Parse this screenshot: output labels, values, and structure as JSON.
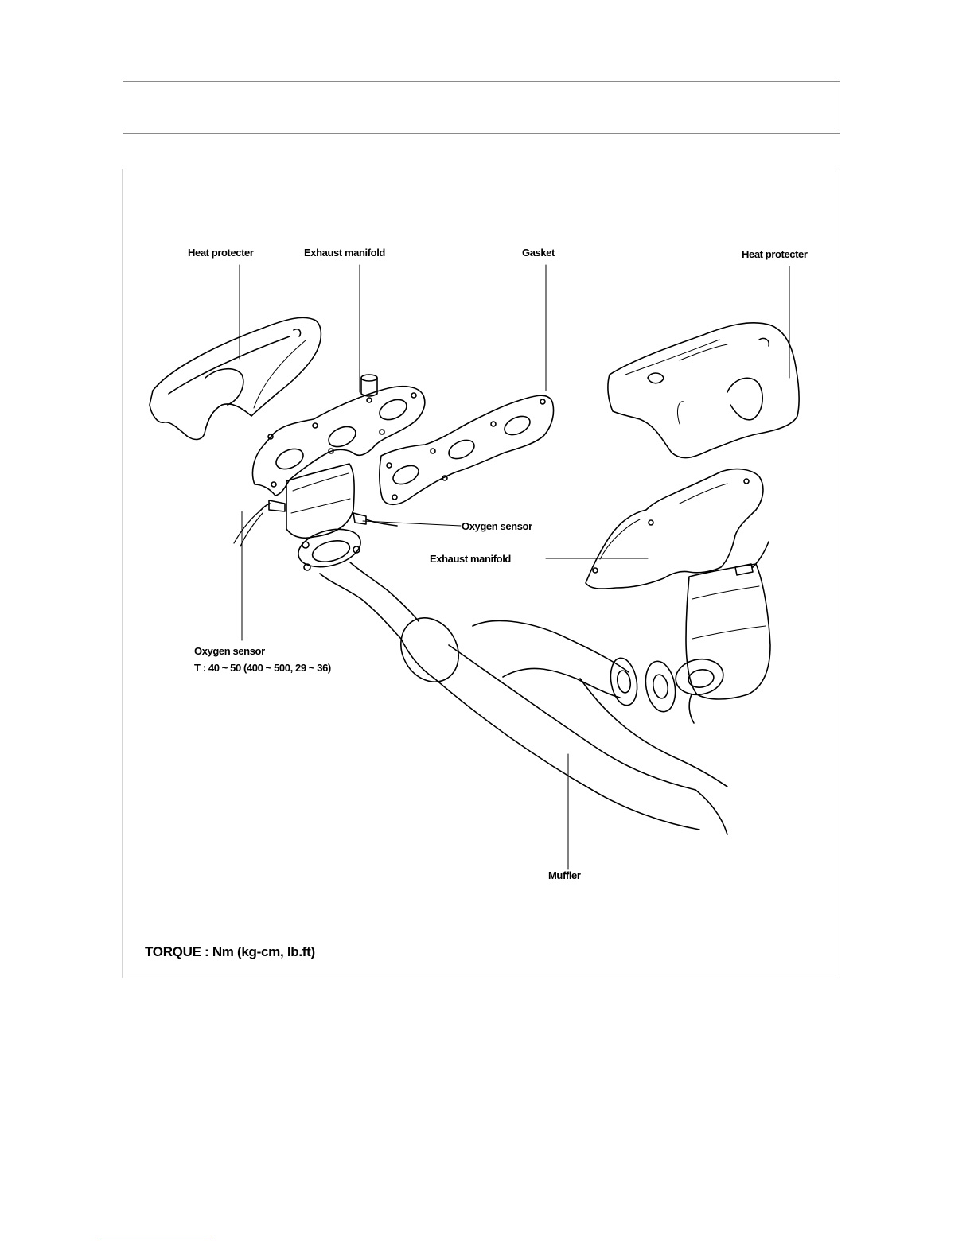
{
  "labels": {
    "heat_protector_left": "Heat protecter",
    "exhaust_manifold_top": "Exhaust manifold",
    "gasket": "Gasket",
    "heat_protector_right": "Heat protecter",
    "oxygen_sensor_mid": "Oxygen sensor",
    "exhaust_manifold_right": "Exhaust manifold",
    "oxygen_sensor_left": "Oxygen sensor",
    "oxygen_sensor_torque": "T : 40 ~ 50 (400 ~ 500, 29 ~ 36)",
    "muffler": "Muffler"
  },
  "torque_legend": "TORQUE : Nm (kg-cm, lb.ft)"
}
